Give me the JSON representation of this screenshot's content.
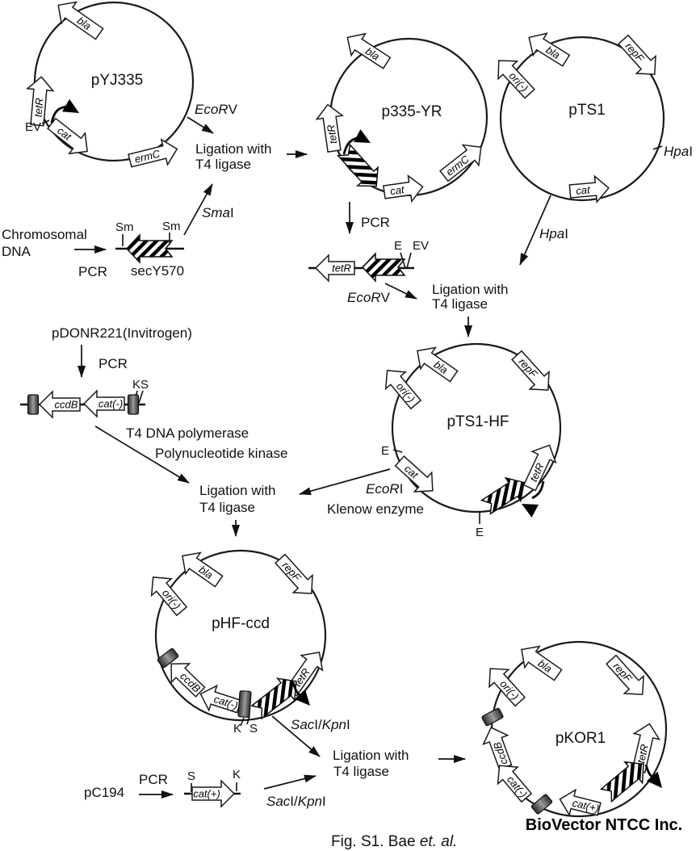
{
  "figure": {
    "caption_prefix": "Fig. S1. Bae ",
    "caption_suffix": "et. al.",
    "watermark": "BioVector NTCC Inc."
  },
  "plasmids": {
    "pYJ335": {
      "name": "pYJ335"
    },
    "p335YR": {
      "name": "p335-YR"
    },
    "pTS1": {
      "name": "pTS1"
    },
    "pTS1HF": {
      "name": "pTS1-HF"
    },
    "pHFccd": {
      "name": "pHF-ccd"
    },
    "pKOR1": {
      "name": "pKOR1"
    }
  },
  "sources": {
    "chromosomal_line1": "Chromosomal",
    "chromosomal_line2": "DNA",
    "pdonr": "pDONR221(Invitrogen)",
    "pc194": "pC194"
  },
  "genes": {
    "bla": "bla",
    "tetR": "tetR",
    "cat": "cat",
    "ermC": "ermC",
    "ori": "ori(-)",
    "repF": "repF",
    "ccdB": "ccdB",
    "catNeg": "cat(-)",
    "catPos": "cat(+)",
    "secY": "secY570"
  },
  "enzymes": {
    "ecoRV": {
      "i": "EcoR",
      "r": "V"
    },
    "smaI": {
      "i": "Sma",
      "r": "I"
    },
    "hpaI": {
      "i": "Hpa",
      "r": "I"
    },
    "ecoRI": {
      "i": "EcoR",
      "r": "I"
    },
    "sacKpn": {
      "i1": "Sac",
      "r1": "I/",
      "i2": "Kpn",
      "r2": "I"
    }
  },
  "steps": {
    "ligation_line1": "Ligation with",
    "ligation_line2": "T4 ligase",
    "pcr": "PCR",
    "t4_polymerase": "T4 DNA polymerase",
    "pn_kinase": "Polynucleotide kinase",
    "klenow": "Klenow enzyme"
  },
  "sites": {
    "ev": "EV",
    "e": "E",
    "sm": "Sm",
    "k": "K",
    "s": "S",
    "ks": "KS"
  },
  "colors": {
    "ink": "#111111",
    "paper": "#ffffff",
    "site_box_dark": "#2e2e2e",
    "site_box_light": "#9a9a9a"
  }
}
